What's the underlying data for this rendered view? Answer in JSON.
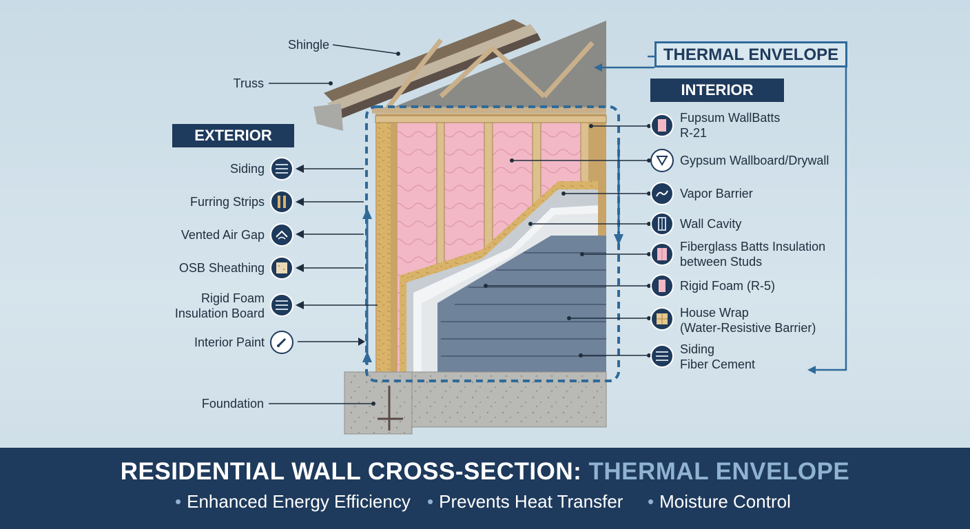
{
  "title": {
    "main": "RESIDENTIAL WALL CROSS-SECTION: ",
    "accent": "THERMAL ENVELOPE"
  },
  "bullets": [
    "Enhanced Energy Efficiency",
    "Prevents Heat Transfer",
    "Moisture Control"
  ],
  "thermal_envelope_label": "THERMAL ENVELOPE",
  "roof_labels": {
    "shingle": "Shingle",
    "truss": "Truss"
  },
  "exterior": {
    "header": "EXTERIOR",
    "items": [
      {
        "label": "Siding",
        "icon": "siding-icon"
      },
      {
        "label": "Furring Strips",
        "icon": "furring-strips-icon"
      },
      {
        "label": "Vented Air Gap",
        "icon": "air-gap-icon"
      },
      {
        "label": "OSB Sheathing",
        "icon": "osb-icon"
      },
      {
        "label": "Rigid Foam Insulation Board",
        "line1": "Rigid Foam",
        "line2": "Insulation Board",
        "icon": "rigid-foam-icon"
      },
      {
        "label": "Interior Paint",
        "icon": "paint-brush-icon"
      }
    ]
  },
  "foundation_label": "Foundation",
  "interior": {
    "header": "INTERIOR",
    "items": [
      {
        "line1": "Fupsum WallBatts",
        "line2": "R-21",
        "icon": "batts-icon"
      },
      {
        "line1": "Gypsum Wallboard/Drywall",
        "icon": "drywall-icon"
      },
      {
        "line1": "Vapor Barrier",
        "icon": "vapor-barrier-icon"
      },
      {
        "line1": "Wall Cavity",
        "icon": "wall-cavity-icon"
      },
      {
        "line1": "Fiberglass Batts Insulation",
        "line2": "between Studs",
        "icon": "fiberglass-icon"
      },
      {
        "line1": "Rigid Foam (R-5)",
        "icon": "rigid-foam-r5-icon"
      },
      {
        "line1": "House Wrap",
        "line2": "(Water-Resistive Barrier)",
        "icon": "house-wrap-icon"
      },
      {
        "line1": "Siding",
        "line2": "Fiber Cement",
        "icon": "fiber-cement-icon"
      }
    ]
  },
  "colors": {
    "navy": "#1e3a5c",
    "accent_blue": "#2f6a99",
    "insulation_pink": "#f2b8c6",
    "osb": "#d9b36a",
    "siding": "#6f839b",
    "concrete": "#b8b8b4",
    "background": "#cfdee7"
  }
}
